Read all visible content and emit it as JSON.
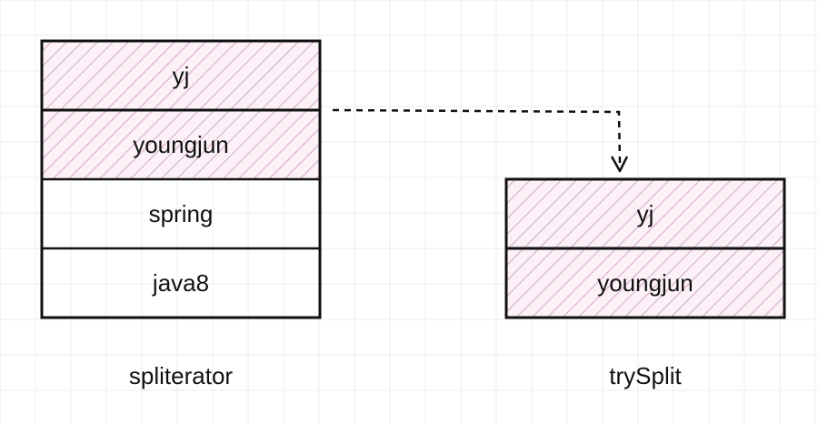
{
  "left_stack": {
    "label": "spliterator",
    "items": [
      "yj",
      "youngjun",
      "spring",
      "java8"
    ],
    "highlighted": [
      true,
      true,
      false,
      false
    ]
  },
  "right_stack": {
    "label": "trySplit",
    "items": [
      "yj",
      "youngjun"
    ],
    "highlighted": [
      true,
      true
    ]
  },
  "colors": {
    "hatch": "#d7a6c6",
    "hatch_fill": "#fbf1f7",
    "stroke": "#111111",
    "grid": "#ececec"
  }
}
